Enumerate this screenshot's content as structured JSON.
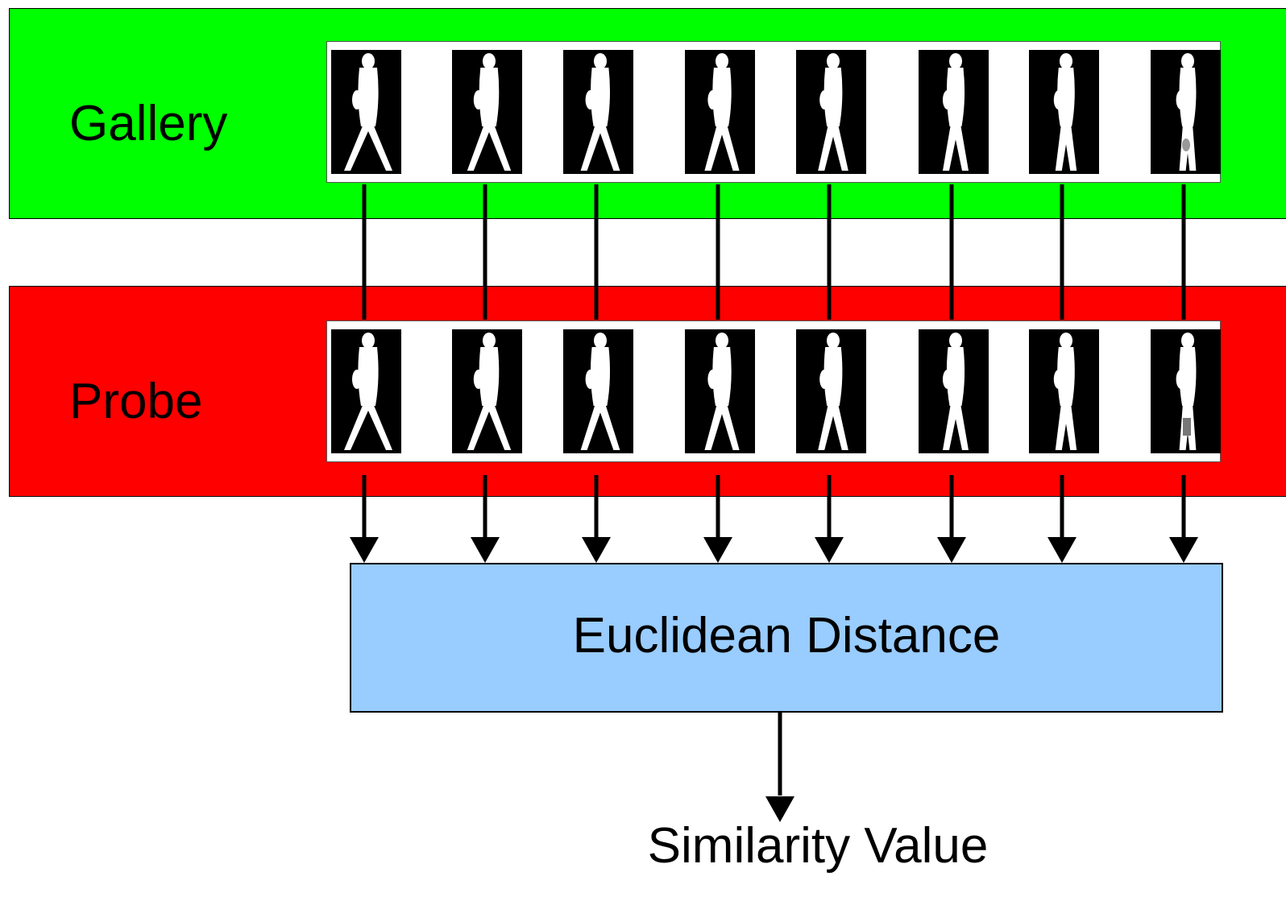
{
  "gallery": {
    "label": "Gallery",
    "color": "#00ff00",
    "frames": [
      "silhouette-1",
      "silhouette-2",
      "silhouette-3",
      "silhouette-4",
      "silhouette-5",
      "silhouette-6",
      "silhouette-7",
      "silhouette-8"
    ]
  },
  "probe": {
    "label": "Probe",
    "color": "#ff0000",
    "frames": [
      "silhouette-1",
      "silhouette-2",
      "silhouette-3",
      "silhouette-4",
      "silhouette-5",
      "silhouette-6",
      "silhouette-7",
      "silhouette-8"
    ]
  },
  "distance": {
    "label": "Euclidean Distance",
    "color": "#99ccff"
  },
  "output": {
    "label": "Similarity Value"
  },
  "colors": {
    "frame_background": "#000000",
    "silhouette": "#ffffff",
    "arrow": "#000000"
  }
}
